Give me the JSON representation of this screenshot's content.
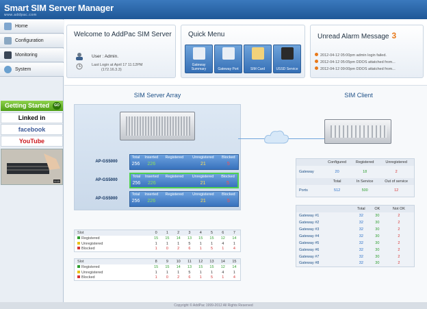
{
  "app": {
    "title": "Smart SIM Server Manager",
    "subtitle": "www.addpac.com"
  },
  "nav": {
    "home": "Home",
    "configuration": "Configuration",
    "monitoring": "Monitoring",
    "system": "System"
  },
  "side": {
    "getting_started": "Getting Started",
    "go": "GO",
    "linkedin": "Linked in",
    "facebook": "facebook",
    "youtube": "YouTube",
    "video_badge": "0:10"
  },
  "welcome": {
    "title": "Welcome to AddPac SIM Server",
    "user": "User : Admin.",
    "last_login": "Last Login at April 17 11:12PM",
    "ip": "(172.16.3.3)"
  },
  "quick": {
    "title": "Quick Menu",
    "items": [
      "Gateway Summary",
      "Gateway Port",
      "SIM Card",
      "USSD Service"
    ]
  },
  "alarm": {
    "title": "Unread Alarm Message",
    "count": "3",
    "items": [
      "2012-04-12 05:00pm admin login failed.",
      "2012-04-12 05:05pm DDOS attatched from...",
      "2012-04-12 09:00pm DDOS attatched from..."
    ]
  },
  "array": {
    "title": "SIM Server Array",
    "headers": [
      "Total",
      "Inserted",
      "Registered",
      "Unregistered",
      "Blocked"
    ],
    "gateways": [
      {
        "label": "AP-GS5000",
        "values": [
          "256",
          "226",
          "",
          "21",
          "5"
        ]
      },
      {
        "label": "AP-GS5000",
        "values": [
          "256",
          "226",
          "",
          "21",
          "5"
        ]
      },
      {
        "label": "AP-GS5000",
        "values": [
          "256",
          "226",
          "",
          "21",
          "5"
        ]
      }
    ]
  },
  "slots": {
    "legend": [
      "Registered",
      "Unregistered",
      "Blocked"
    ],
    "tables": [
      {
        "head": "Slot",
        "cols": [
          "0",
          "1",
          "2",
          "3",
          "4",
          "5",
          "6",
          "7"
        ],
        "rows": [
          [
            "15",
            "15",
            "14",
            "13",
            "15",
            "15",
            "12",
            "14"
          ],
          [
            "1",
            "1",
            "1",
            "5",
            "1",
            "1",
            "4",
            "1"
          ],
          [
            "1",
            "0",
            "2",
            "6",
            "1",
            "5",
            "1",
            "4"
          ]
        ]
      },
      {
        "head": "Slot",
        "cols": [
          "8",
          "9",
          "10",
          "11",
          "12",
          "13",
          "14",
          "15"
        ],
        "rows": [
          [
            "15",
            "15",
            "14",
            "13",
            "15",
            "15",
            "12",
            "14"
          ],
          [
            "1",
            "1",
            "1",
            "5",
            "1",
            "1",
            "4",
            "1"
          ],
          [
            "1",
            "0",
            "2",
            "6",
            "1",
            "5",
            "1",
            "4"
          ]
        ]
      }
    ]
  },
  "client": {
    "title": "SIM Client",
    "gw_headers": [
      "Configured",
      "Registered",
      "Unregistered"
    ],
    "gateway_label": "Gateway",
    "gateway_values": [
      "20",
      "18",
      "2"
    ],
    "port_headers": [
      "Total",
      "In Service",
      "Out of service"
    ],
    "ports_label": "Ports",
    "ports_values": [
      "512",
      "500",
      "12"
    ],
    "gw_list_headers": [
      "Total",
      "OK",
      "Not OK"
    ],
    "gw_list": [
      {
        "name": "Gateway #1",
        "v": [
          "32",
          "30",
          "2"
        ]
      },
      {
        "name": "Gateway #2",
        "v": [
          "32",
          "30",
          "2"
        ]
      },
      {
        "name": "Gateway #3",
        "v": [
          "32",
          "30",
          "2"
        ]
      },
      {
        "name": "Gateway #4",
        "v": [
          "32",
          "30",
          "2"
        ]
      },
      {
        "name": "Gateway #5",
        "v": [
          "32",
          "30",
          "2"
        ]
      },
      {
        "name": "Gateway #6",
        "v": [
          "32",
          "30",
          "2"
        ]
      },
      {
        "name": "Gateway #7",
        "v": [
          "32",
          "30",
          "2"
        ]
      },
      {
        "name": "Gateway #8",
        "v": [
          "32",
          "30",
          "2"
        ]
      }
    ]
  },
  "footer": "Copyright © AddPac 1999-2012 All Rights Reserved",
  "colors": {
    "header": "#2a66a8",
    "accent": "#e8791a",
    "registered": "#2e9e2e",
    "unregistered": "#e8c21a",
    "blocked": "#d63333"
  }
}
